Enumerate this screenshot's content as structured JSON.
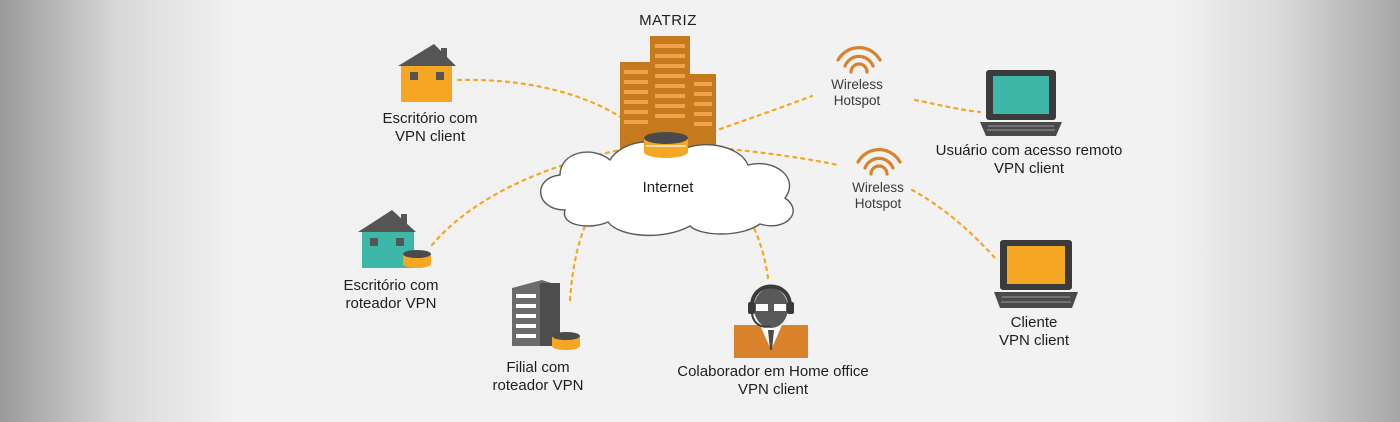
{
  "nodes": {
    "matriz": {
      "label": "MATRIZ"
    },
    "internet": {
      "label": "Internet"
    },
    "escritorio_vpn_client": {
      "line1": "Escritório com",
      "line2": "VPN client"
    },
    "escritorio_roteador": {
      "line1": "Escritório com",
      "line2": "roteador VPN"
    },
    "filial": {
      "line1": "Filial com",
      "line2": "roteador VPN"
    },
    "colaborador": {
      "line1": "Colaborador em Home office",
      "line2": "VPN client"
    },
    "hotspot_1": {
      "line1": "Wireless",
      "line2": "Hotspot"
    },
    "hotspot_2": {
      "line1": "Wireless",
      "line2": "Hotspot"
    },
    "usuario_remoto": {
      "line1": "Usuário com acesso remoto",
      "line2": "VPN client"
    },
    "cliente": {
      "line1": "Cliente",
      "line2": "VPN client"
    }
  },
  "colors": {
    "orange": "#f5a623",
    "brown": "#c57a1d",
    "teal": "#3cb7a8",
    "dark_gray": "#555555",
    "connector": "#f5a623"
  },
  "icons": [
    "house-icon",
    "building-icon",
    "cloud-icon",
    "router-icon",
    "wifi-icon",
    "laptop-icon",
    "server-tower-icon",
    "headset-person-icon"
  ]
}
